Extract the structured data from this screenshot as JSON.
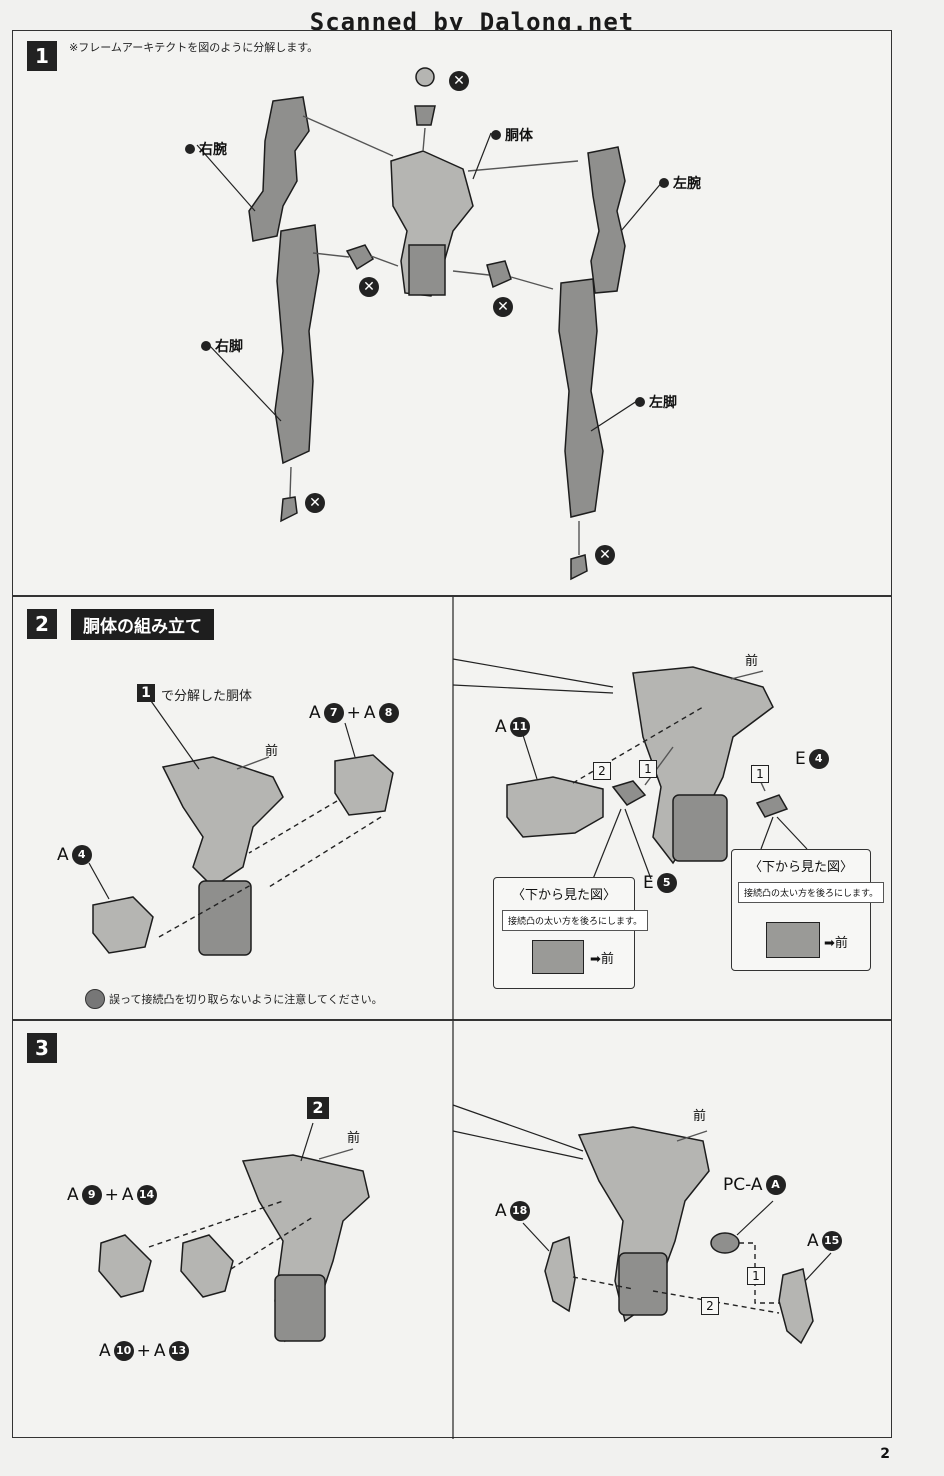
{
  "header": {
    "watermark": "Scanned by Dalong.net"
  },
  "step1": {
    "number": "1",
    "note": "※フレームアーキテクトを図のように分解します。",
    "labels": {
      "right_arm": "右腕",
      "torso": "胴体",
      "left_arm": "左腕",
      "right_leg": "右脚",
      "left_leg": "左脚"
    },
    "remove_mark": "✕"
  },
  "step2": {
    "number": "2",
    "title": "胴体の組み立て",
    "ref_step": "1",
    "ref_text": "で分解した胴体",
    "front": "前",
    "parts": {
      "a7_a8": {
        "letter": "A",
        "n1": "7",
        "plus": "+",
        "letter2": "A",
        "n2": "8"
      },
      "a4": {
        "letter": "A",
        "n": "4"
      },
      "a11": {
        "letter": "A",
        "n": "11"
      },
      "e4": {
        "letter": "E",
        "n": "4"
      },
      "e5": {
        "letter": "E",
        "n": "5"
      }
    },
    "order1": "1",
    "order2": "2",
    "callout_left": {
      "title": "〈下から見た図〉",
      "note": "接続凸の太い方を後ろにします。",
      "front": "➡前"
    },
    "callout_right": {
      "title": "〈下から見た図〉",
      "note": "接続凸の太い方を後ろにします。",
      "front": "➡前"
    },
    "caution": "誤って接続凸を切り取らないように注意してください。"
  },
  "step3": {
    "number": "3",
    "ref_step": "2",
    "front": "前",
    "parts": {
      "a9_a14": {
        "letter": "A",
        "n1": "9",
        "plus": "+",
        "letter2": "A",
        "n2": "14"
      },
      "a10_a13": {
        "letter": "A",
        "n1": "10",
        "plus": "+",
        "letter2": "A",
        "n2": "13"
      },
      "a18": {
        "letter": "A",
        "n": "18"
      },
      "pca": {
        "letter": "PC-A",
        "n": "A"
      },
      "a15": {
        "letter": "A",
        "n": "15"
      }
    },
    "order1": "1",
    "order2": "2"
  },
  "page_number": "2"
}
